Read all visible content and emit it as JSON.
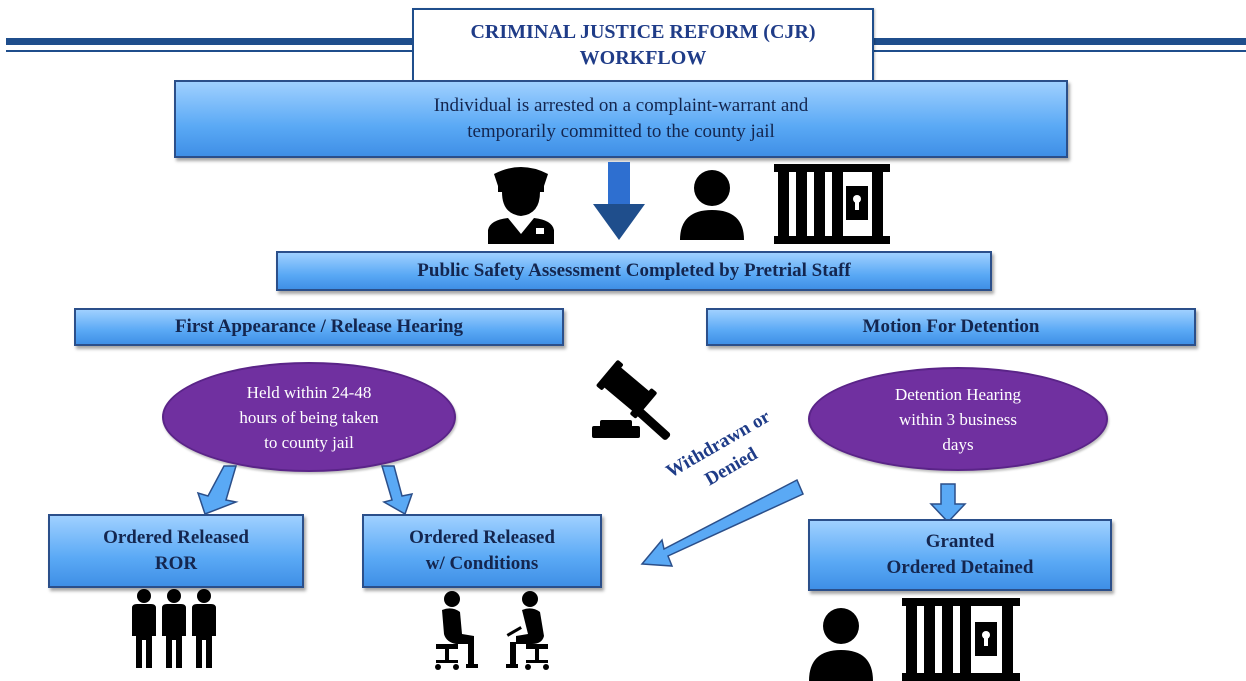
{
  "title": {
    "line1": "CRIMINAL JUSTICE REFORM (CJR)",
    "line2": "WORKFLOW"
  },
  "arrest_box": {
    "line1": "Individual is arrested on a complaint-warrant and",
    "line2": "temporarily committed to the county jail"
  },
  "psa_box": {
    "label": "Public Safety Assessment Completed by Pretrial Staff"
  },
  "first_appearance_box": {
    "label": "First Appearance / Release Hearing"
  },
  "motion_box": {
    "label": "Motion For Detention"
  },
  "left_oval": {
    "line1": "Held within 24-48",
    "line2": "hours of being taken",
    "line3": "to county jail"
  },
  "right_oval": {
    "line1": "Detention Hearing",
    "line2": "within 3 business",
    "line3": "days"
  },
  "ror_box": {
    "line1": "Ordered Released",
    "line2": "ROR"
  },
  "conditions_box": {
    "line1": "Ordered Released",
    "line2": "w/ Conditions"
  },
  "granted_box": {
    "line1": "Granted",
    "line2": "Ordered Detained"
  },
  "withdrawn_label": {
    "line1": "Withdrawn or",
    "line2": "Denied"
  },
  "icons": [
    "police-officer-icon",
    "down-arrow-icon",
    "person-icon",
    "jail-bars-icon",
    "gavel-icon",
    "group-of-people-icon",
    "seated-person-icon",
    "seated-person-writing-icon"
  ],
  "colors": {
    "navy": "#1f4e8c",
    "box_blue": "#5aa9f5",
    "oval_purple": "#7030a0",
    "arrow_blue": "#2e6fd0",
    "icon_black": "#000000"
  }
}
